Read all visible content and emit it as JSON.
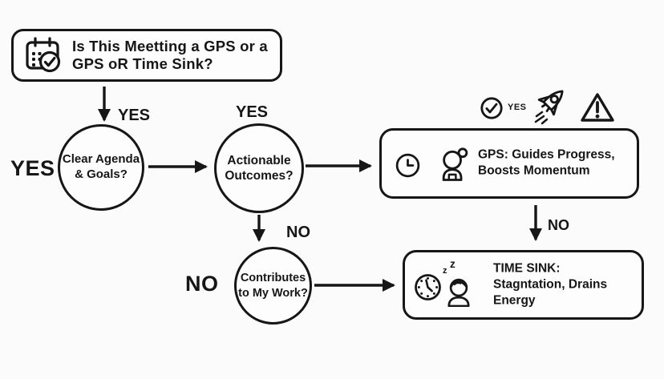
{
  "colors": {
    "background": "#fbfbfb",
    "ink": "#161616",
    "node_fill": "#fdfdfd"
  },
  "question_box": {
    "icon": "calendar-check-icon",
    "line1": "Is This Meetting a GPS or a",
    "line2": "GPS oR Time Sink?"
  },
  "decisions": {
    "clear_agenda": {
      "line1": "Clear Agenda",
      "line2": "& Goals?"
    },
    "actionable_outcomes": {
      "line1": "Actionable",
      "line2": "Outcomes?"
    },
    "contributes_work": {
      "line1": "Contributes",
      "line2": "to My Work?"
    }
  },
  "edge_labels": {
    "title_to_agenda": "YES",
    "left_of_agenda": "YES",
    "above_outcomes": "YES",
    "outcomes_to_contributes": "NO",
    "left_of_contributes": "NO",
    "gps_to_time_sink": "NO",
    "gps_badge": "YES"
  },
  "outcome_gps": {
    "line1": "GPS: Guides Progress,",
    "line2": "Boosts Momentum",
    "icons": [
      "clock-icon",
      "astronaut-icon"
    ]
  },
  "outcome_time_sink": {
    "line1": "TIME SINK:",
    "line2": "Stagntation, Drains Energy",
    "z1": "z",
    "z2": "z",
    "icons": [
      "sleepy-clock-icon",
      "sleeping-person-icon"
    ]
  },
  "decor_icons": [
    "check-circle-icon",
    "rocket-icon",
    "warning-triangle-icon"
  ]
}
